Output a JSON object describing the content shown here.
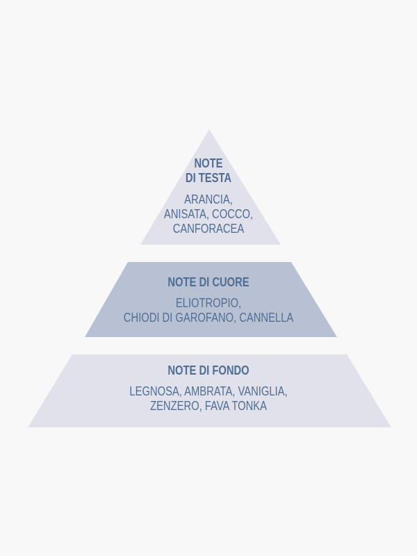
{
  "tiers": [
    {
      "title_lines": [
        "NOTE",
        "DI TESTA"
      ],
      "notes_lines": [
        "ARANCIA,",
        "ANISATA, COCCO,",
        "CANFORACEA"
      ]
    },
    {
      "title_lines": [
        "NOTE DI CUORE"
      ],
      "notes_lines": [
        "ELIOTROPIO,",
        "CHIODI DI GAROFANO, CANNELLA"
      ]
    },
    {
      "title_lines": [
        "NOTE DI FONDO"
      ],
      "notes_lines": [
        "LEGNOSA, AMBRATA, VANIGLIA,",
        "ZENZERO, FAVA TONKA"
      ]
    }
  ],
  "colors": {
    "light": "#e0e1eb",
    "mid": "#b8c1d4",
    "text": "#4f6d92",
    "background": "#f8f8f8"
  }
}
